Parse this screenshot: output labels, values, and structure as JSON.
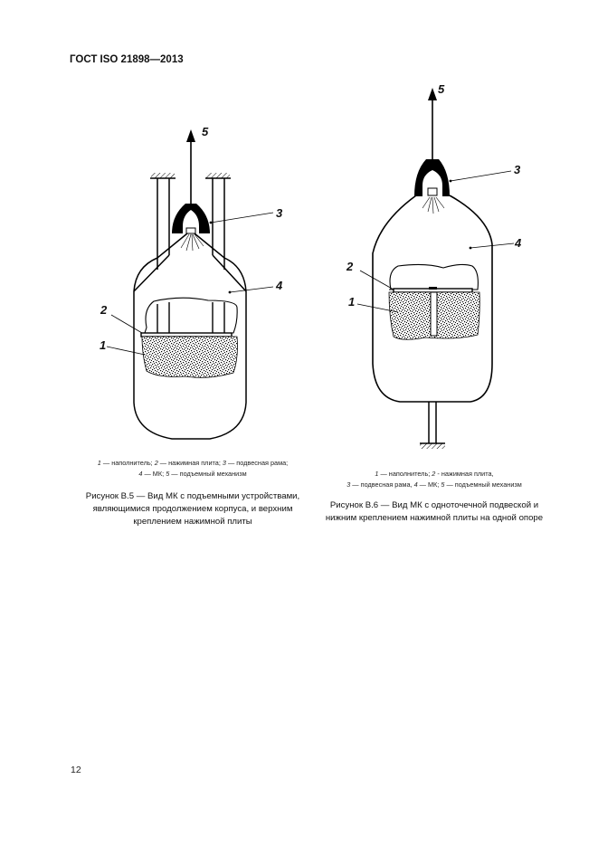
{
  "header": {
    "title": "ГОСТ ISO 21898—2013"
  },
  "figure_b5": {
    "callouts": {
      "c1": "1",
      "c2": "2",
      "c3": "3",
      "c4": "4",
      "c5": "5"
    },
    "legend": {
      "n1": "1",
      "t1": " — наполнитель; ",
      "n2": "2",
      "t2": " — нажимная плита; ",
      "n3": "3",
      "t3": " — подвесная рама;",
      "n4": "4",
      "t4": " — МК; ",
      "n5": "5",
      "t5": " — подъемный механизм"
    },
    "caption": {
      "line1": "Рисунок В.5 — Вид МК с подъемными устройствами,",
      "line2": "являющимися продолжением корпуса, и верхним",
      "line3": "креплением нажимной плиты"
    }
  },
  "figure_b6": {
    "callouts": {
      "c1": "1",
      "c2": "2",
      "c3": "3",
      "c4": "4",
      "c5": "5"
    },
    "legend": {
      "n1": "1",
      "t1": " — наполнитель; ",
      "n2": "2",
      "t2": " - нажимная плита,",
      "n3": "3",
      "t3": " — подвесная рама, ",
      "n4": "4",
      "t4": " — МК; ",
      "n5": "5",
      "t5": " — подъемный механизм"
    },
    "caption": {
      "line1": "Рисунок В.6 — Вид МК с одноточечной подвеской и",
      "line2": "нижним креплением нажимной плиты на одной опоре"
    }
  },
  "footer": {
    "page_number": "12"
  }
}
